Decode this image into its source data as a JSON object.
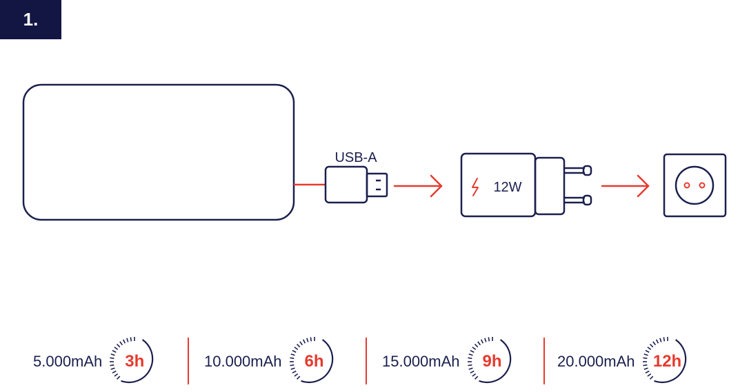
{
  "step": {
    "label": "1."
  },
  "connector": {
    "label": "USB-A"
  },
  "charger": {
    "power_label": "12W",
    "bolt_icon": "lightning-bolt-icon"
  },
  "outlet": {
    "icon": "power-socket-icon"
  },
  "colors": {
    "navy": "#131642",
    "line": "#1a1f4e",
    "accent": "#e63a2e"
  },
  "charging_times": [
    {
      "capacity": "5.000mAh",
      "time": "3h"
    },
    {
      "capacity": "10.000mAh",
      "time": "6h"
    },
    {
      "capacity": "15.000mAh",
      "time": "9h"
    },
    {
      "capacity": "20.000mAh",
      "time": "12h"
    }
  ]
}
